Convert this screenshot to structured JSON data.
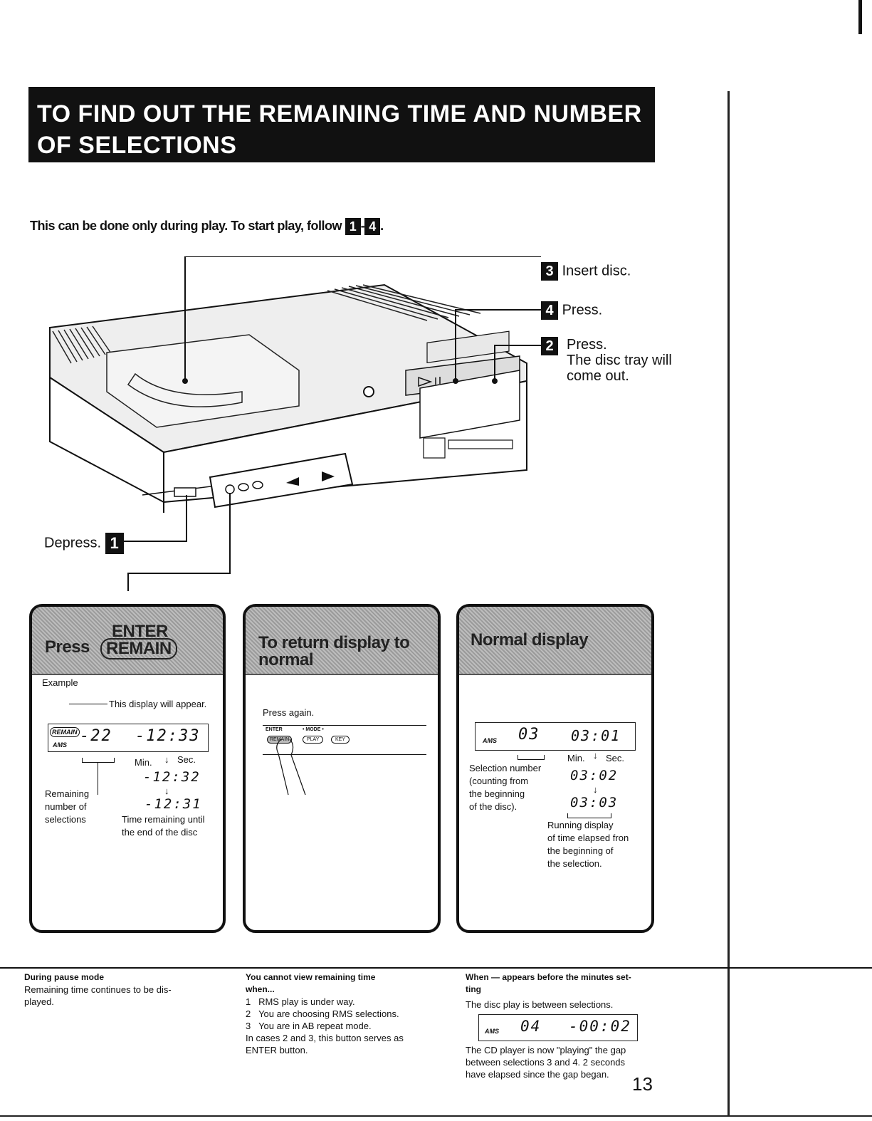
{
  "header": {
    "title_line1": "TO FIND OUT THE REMAINING TIME AND NUMBER",
    "title_line2": "OF SELECTIONS"
  },
  "intro": {
    "text": "This can be done only during play. To start play, follow",
    "step_from": "1",
    "separator": "-",
    "step_to": "4",
    "end": "."
  },
  "steps": {
    "s3": {
      "num": "3",
      "label": "Insert disc."
    },
    "s4": {
      "num": "4",
      "label": "Press."
    },
    "s2": {
      "num": "2",
      "label_line1": "Press.",
      "label_line2": "The disc tray will",
      "label_line3": "come out."
    },
    "s1": {
      "num": "1",
      "label": "Depress."
    }
  },
  "panels": {
    "left": {
      "head_line1": "ENTER",
      "head_prefix": "Press",
      "head_button": "REMAIN",
      "example": "Example",
      "appear": "This display will appear.",
      "badge_remain": "REMAIN",
      "badge_ams": "AMS",
      "lcd_sel": "-22",
      "lcd_time": "-12:33",
      "min_label": "Min.",
      "sec_label": "Sec.",
      "lcd_time2": "-12:32",
      "lcd_time3": "-12:31",
      "rem_l1": "Remaining",
      "rem_l2": "number of",
      "rem_l3": "selections",
      "time_l1": "Time remaining until",
      "time_l2": "the end of the disc"
    },
    "middle": {
      "head_line1": "To return display to",
      "head_line2": "normal",
      "press_again": "Press again.",
      "enter": "ENTER",
      "mode": "• MODE •",
      "btn_remain": "REMAIN",
      "btn_play": "PLAY",
      "btn_key": "KEY"
    },
    "right": {
      "head": "Normal display",
      "ams": "AMS",
      "lcd_sel": "03",
      "lcd_time": "03:01",
      "min_label": "Min.",
      "sec_label": "Sec.",
      "lcd_time2": "03:02",
      "lcd_time3": "03:03",
      "sel_l1": "Selection number",
      "sel_l2": "(counting from",
      "sel_l3": "the beginning",
      "sel_l4": "of the disc).",
      "run_l1": "Running display",
      "run_l2": "of time elapsed fron",
      "run_l3": "the beginning of",
      "run_l4": "the selection."
    }
  },
  "notes": {
    "pause": {
      "title": "During pause mode",
      "text_l1": "Remaining time continues to be dis-",
      "text_l2": "played."
    },
    "cannot": {
      "title_l1": "You cannot view remaining time",
      "title_l2": "when...",
      "items": [
        {
          "n": "1",
          "t": "RMS play is under way."
        },
        {
          "n": "2",
          "t": "You are choosing RMS selections."
        },
        {
          "n": "3",
          "t": "You are in AB repeat mode."
        }
      ],
      "tail_l1": "In cases 2 and 3, this button serves as",
      "tail_l2": "ENTER button."
    },
    "gap": {
      "title_l1": "When — appears before the minutes set-",
      "title_l2": "ting",
      "text": "The disc play is between selections.",
      "ams": "AMS",
      "lcd_sel": "04",
      "lcd_time": "-00:02",
      "tail_l1": "The CD player is now \"playing\" the gap",
      "tail_l2": "between selections 3 and 4. 2 seconds",
      "tail_l3": "have elapsed since the gap began."
    }
  },
  "page_number": "13"
}
